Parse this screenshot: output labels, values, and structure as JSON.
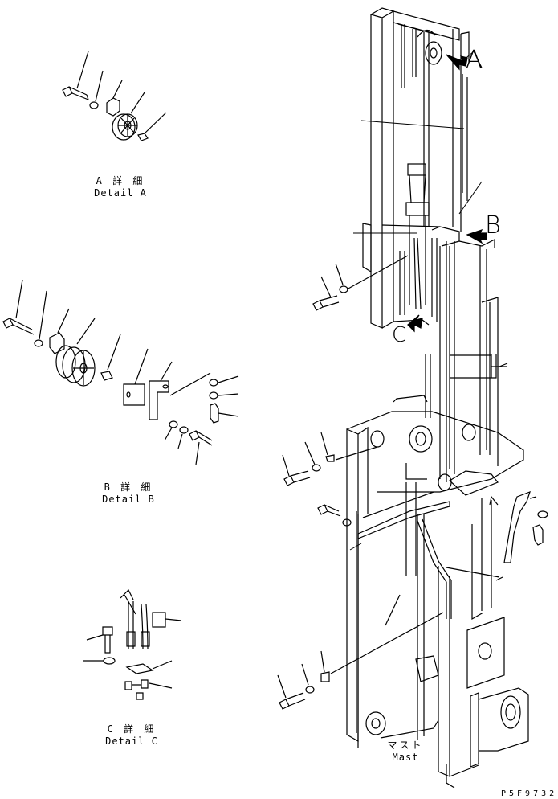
{
  "details": {
    "a": {
      "jp": "A 詳 細",
      "en": "Detail A"
    },
    "b": {
      "jp": "B 詳 細",
      "en": "Detail B"
    },
    "c": {
      "jp": "C 詳 細",
      "en": "Detail C"
    }
  },
  "mast": {
    "jp": "マスト",
    "en": "Mast"
  },
  "callouts": {
    "a": "A",
    "b": "B",
    "c": "C"
  },
  "drawing_code": "P5F9732"
}
